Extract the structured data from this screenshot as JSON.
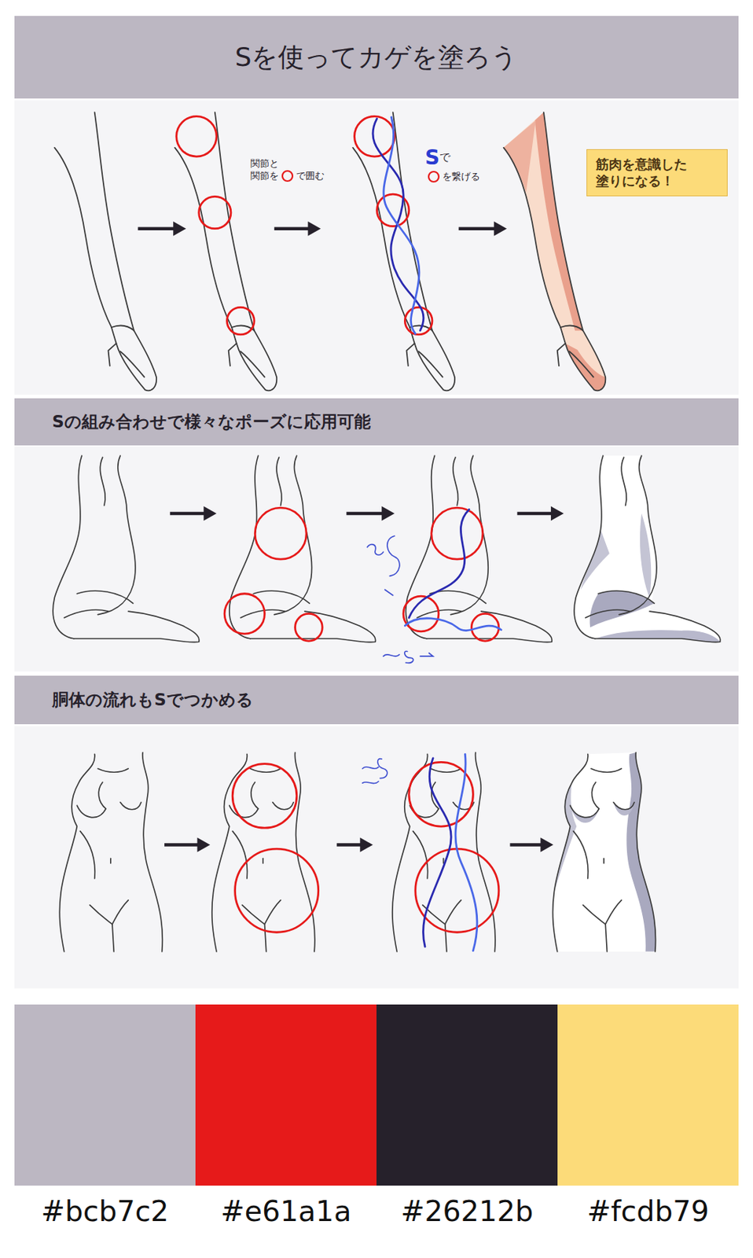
{
  "diagram": {
    "title": "Sを使ってカゲを塗ろう",
    "nodes": [
      {
        "text": [
          "筋肉を意識した 塗りになる！"
        ]
      },
      {
        "text": [
          "Sの組み合わせで様々なポーズに応用可能"
        ]
      },
      {
        "text": [
          "胴体の流れもSでつかめる"
        ]
      }
    ],
    "labels": [
      "関節と",
      "関節を",
      "で囲む",
      "S",
      "で",
      "を繋げる"
    ],
    "legend": [
      {
        "text": "#bcb7c2",
        "color": "#bcb7c2"
      },
      {
        "text": "#e61a1a",
        "color": "#e61a1a"
      },
      {
        "text": "#26212b",
        "color": "#26212b"
      },
      {
        "text": "#fcdb79",
        "color": "#fcdb79"
      }
    ]
  }
}
